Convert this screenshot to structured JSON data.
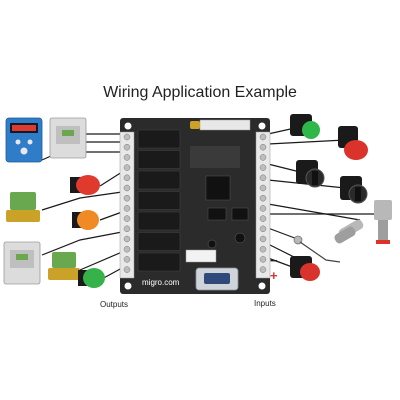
{
  "title": "Wiring Application Example",
  "labels": {
    "outputs": "Outputs",
    "inputs": "Inputs",
    "brand": "migro.com",
    "board_brand": "migro.com"
  },
  "signs": {
    "minus": "−",
    "plus": "+"
  },
  "colors": {
    "board": "#2b2b2b",
    "terminal": "#e8e8e8",
    "relay": "#1a1a1a",
    "wire": "#1a1a1a",
    "contactor": "#dcdcdc",
    "vfd": "#2f7dc9",
    "valve": "#6aa84f",
    "valve_brass": "#c9a227",
    "lamp_red": "#e03a2f",
    "lamp_orange": "#f08a24",
    "lamp_green": "#35b34a",
    "button_green": "#2fb84a",
    "button_red": "#d9332b",
    "sensor_silver": "#b8b8b8",
    "sign_plus": "#d9332b",
    "sign_minus": "#222222"
  },
  "output_devices": [
    "vfd-drive",
    "contactor",
    "red-pilot-lamp",
    "solenoid-valve",
    "orange-pilot-lamp",
    "contactor",
    "solenoid-valve",
    "green-pilot-lamp"
  ],
  "input_devices": [
    "green-pushbutton",
    "red-mushroom-button",
    "selector-switch",
    "selector-switch",
    "proximity-sensor",
    "pressure-transmitter",
    "temperature-probe",
    "red-pushbutton"
  ]
}
